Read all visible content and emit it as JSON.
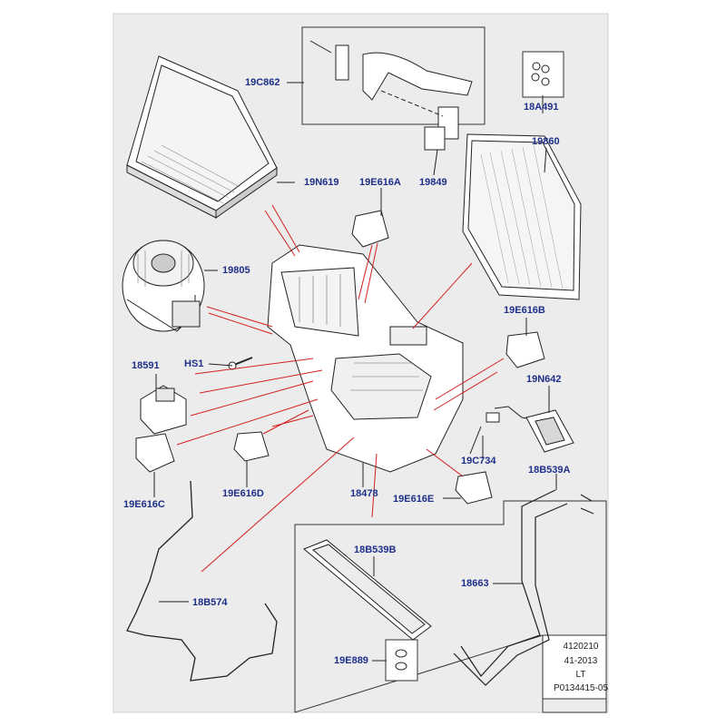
{
  "parts": {
    "p19C862": "19C862",
    "p18A491": "18A491",
    "p19860": "19860",
    "p19N619": "19N619",
    "p19E616A": "19E616A",
    "p19849": "19849",
    "p19805": "19805",
    "p19E616B": "19E616B",
    "p18591": "18591",
    "pHS1": "HS1",
    "p19N642": "19N642",
    "p19C734": "19C734",
    "p18B539A": "18B539A",
    "p19E616C": "19E616C",
    "p19E616D": "19E616D",
    "p18478": "18478",
    "p19E616E": "19E616E",
    "p18B539B": "18B539B",
    "p18663": "18663",
    "p18B574": "18B574",
    "p19E889": "19E889"
  },
  "stamp": {
    "line1": "4120210",
    "line2": "41-2013",
    "line3": "LT",
    "line4": "P0134415-05"
  },
  "colors": {
    "page_bg": "#ffffff",
    "panel_bg": "#ececec",
    "label_blue": "#1e2f8a",
    "leader_red": "#d42020",
    "line": "#222222"
  }
}
